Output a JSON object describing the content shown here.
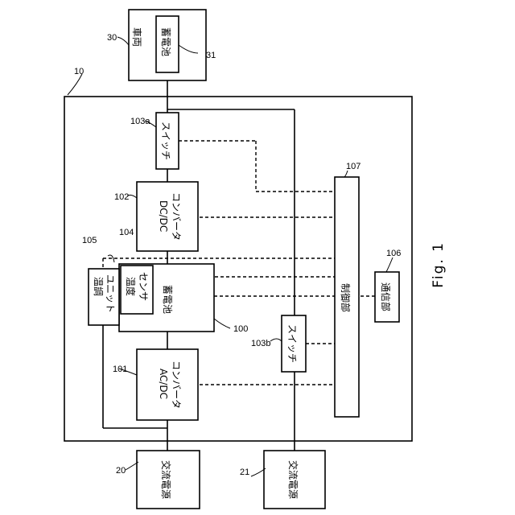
{
  "figure": {
    "caption": "Fig. 1",
    "system_ref": "10",
    "vehicle": {
      "label": "車両",
      "ref": "30"
    },
    "vehicle_battery": {
      "label": "蓄電池",
      "ref": "31"
    },
    "switch_a": {
      "label": "スイッチ",
      "ref": "103a"
    },
    "switch_b": {
      "label": "スイッチ",
      "ref": "103b"
    },
    "dcdc": {
      "label_1": "DC/DC",
      "label_2": "コンバータ",
      "ref": "102"
    },
    "acdc": {
      "label_1": "AC/DC",
      "label_2": "コンバータ",
      "ref": "101"
    },
    "battery": {
      "label": "蓄電池",
      "ref": "100"
    },
    "temp_sensor": {
      "label_1": "温度",
      "label_2": "センサ",
      "ref": "104"
    },
    "temp_unit": {
      "label_1": "温調",
      "label_2": "ユニット",
      "ref": "105"
    },
    "controller": {
      "label": "制御部",
      "ref": "107"
    },
    "comm": {
      "label": "通信部",
      "ref": "106"
    },
    "ac_source_1": {
      "label": "交流電源",
      "ref": "20"
    },
    "ac_source_2": {
      "label": "交流電源",
      "ref": "21"
    }
  }
}
